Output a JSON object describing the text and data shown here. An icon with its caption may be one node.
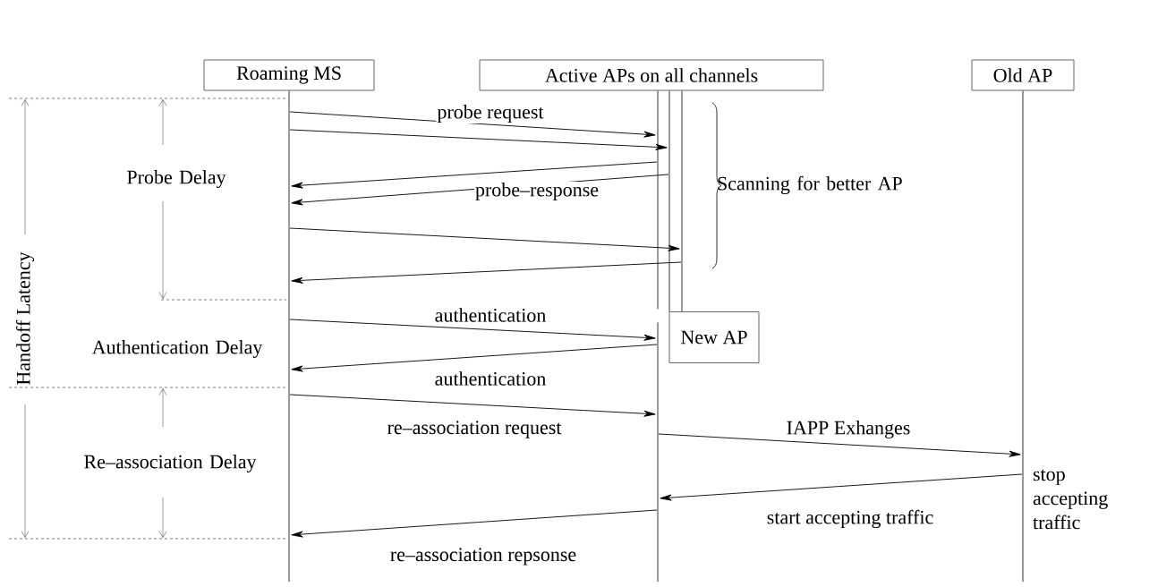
{
  "diagram": {
    "nodes": [
      {
        "text": [
          "Roaming MS"
        ]
      },
      {
        "text": [
          "Active APs on all channels"
        ]
      },
      {
        "text": [
          "Old AP"
        ]
      },
      {
        "text": [
          "New AP"
        ]
      },
      {
        "text": [],
        "shape": "bar"
      },
      {
        "text": [],
        "shape": "bar"
      },
      {
        "text": [],
        "shape": "bar"
      },
      {
        "text": [],
        "shape": "bar"
      },
      {
        "text": [],
        "shape": "bar"
      },
      {
        "text": [],
        "shape": "bar"
      }
    ],
    "edges": [
      {
        "from": 4,
        "to": 5,
        "arrow": "to",
        "label": "probe request"
      },
      {
        "from": 4,
        "to": 6,
        "arrow": "to"
      },
      {
        "from": 5,
        "to": 4,
        "arrow": "to"
      },
      {
        "from": 6,
        "to": 4,
        "arrow": "to",
        "label": "probe–response"
      },
      {
        "from": 4,
        "to": 7,
        "arrow": "to"
      },
      {
        "from": 7,
        "to": 4,
        "arrow": "to"
      },
      {
        "from": 4,
        "to": 8,
        "arrow": "to",
        "label": "authentication"
      },
      {
        "from": 8,
        "to": 4,
        "arrow": "to",
        "label": "authentication"
      },
      {
        "from": 4,
        "to": 8,
        "arrow": "to",
        "label": "re–association request"
      },
      {
        "from": 8,
        "to": 9,
        "arrow": "to",
        "label": "IAPP Exhanges"
      },
      {
        "from": 9,
        "to": 8,
        "arrow": "to",
        "label": "start accepting traffic"
      },
      {
        "from": 8,
        "to": 4,
        "arrow": "to",
        "label": "re–association repsonse"
      }
    ],
    "labels": [
      "Probe Delay",
      "Scanning for better AP",
      "Handoff Latency",
      "Authentication Delay",
      "Re–association Delay",
      "stop accepting traffic"
    ]
  }
}
